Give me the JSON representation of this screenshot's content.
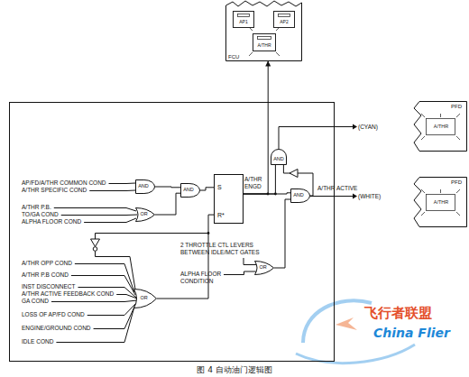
{
  "diagram": {
    "caption": "图 4 自动油门逻辑图",
    "nodes": [
      {
        "text": [
          "FCU"
        ]
      },
      {
        "text": [
          "AP1"
        ],
        "in": 0
      },
      {
        "text": [
          "AP2"
        ],
        "in": 0
      },
      {
        "text": [
          "A/THR"
        ],
        "in": 0
      },
      {
        "text": [
          "PFD",
          "A/THR"
        ]
      },
      {
        "text": [
          "PFD",
          "A/THR"
        ]
      },
      {
        "text": [
          "AND"
        ]
      },
      {
        "text": [
          "AND"
        ]
      },
      {
        "text": [
          "S",
          "R*"
        ]
      },
      {
        "text": [
          "AND"
        ]
      },
      {
        "text": [
          "AND"
        ]
      },
      {
        "text": [
          "OR"
        ]
      },
      {
        "text": [
          "OR"
        ]
      },
      {
        "text": [
          "OR"
        ]
      }
    ],
    "edges": [
      {
        "from": 6,
        "to": 7,
        "arrow": "none"
      },
      {
        "from": 11,
        "to": 7,
        "arrow": "none"
      },
      {
        "from": 7,
        "to": 8,
        "arrow": "none"
      },
      {
        "from": 13,
        "to": 8,
        "arrow": "none"
      },
      {
        "from": 8,
        "to": 0,
        "arrow": "to"
      },
      {
        "from": 8,
        "to": 9,
        "arrow": "none"
      },
      {
        "from": 8,
        "to": 10,
        "arrow": "none"
      },
      {
        "from": 12,
        "to": 10,
        "arrow": "none"
      },
      {
        "from": 10,
        "to": 9,
        "arrow": "none"
      }
    ],
    "labels": [
      "AP/FD/A/THR COMMON COND",
      "A/THR SPECIFIC COND",
      "A/THR P.B.",
      "TO/GA COND",
      "ALPHA FLOOR COND",
      "A/THR OPP COND",
      "A/THR P.B COND",
      "INST DISCONNECT",
      "A/THR ACTIVE FEEDBACK COND",
      "GA COND",
      "LOSS OF AP/FD COND",
      "ENGINE/GROUND COND",
      "IDLE COND",
      "A/THR ENGD",
      "2 THROTTLE CTL LEVERS BETWEEN IDLE/MCT GATES",
      "ALPHA FLOOR CONDITION",
      "A/THR ACTIVE",
      "(CYAN)",
      "(WHITE)",
      "飞行者联盟",
      "China Flier"
    ]
  }
}
